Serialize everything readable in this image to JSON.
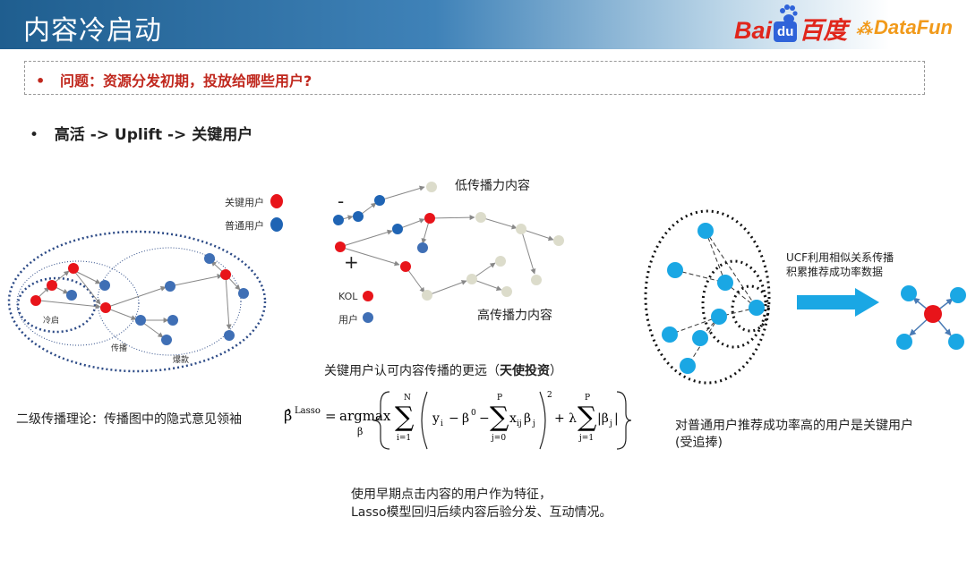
{
  "header": {
    "title": "内容冷启动",
    "logo_baidu_left": "Bai",
    "logo_baidu_du": "du",
    "logo_baidu_right": "百度",
    "logo_datafun": "DataFun"
  },
  "question": {
    "bullet": "•",
    "text": "问题：资源分发初期，投放给哪些用户?"
  },
  "point": {
    "bullet": "•",
    "text": "高活  -> Uplift  -> 关键用户"
  },
  "left_diagram": {
    "legend_key_user": "关键用户",
    "legend_normal_user": "普通用户",
    "zone_cold": "冷启",
    "zone_spread": "传播",
    "zone_viral": "爆款"
  },
  "mid_diagram": {
    "minus_sign": "-",
    "plus_sign": "+",
    "low_label": "低传播力内容",
    "high_label": "高传播力内容",
    "legend_kol": "KOL",
    "legend_user": "用户",
    "caption_prefix": "关键用户认可内容传播的更远（",
    "caption_bold": "天使投资",
    "caption_suffix": "）"
  },
  "theory": {
    "text": "二级传播理论：传播图中的隐式意见领袖"
  },
  "formula": {
    "lhs": "β̂",
    "lhs_sup": "Lasso",
    "eq": "=",
    "argmax": "argmax",
    "argmax_sub": "β",
    "sum1_top": "N",
    "sum1_bot": "i=1",
    "yi": "y",
    "yi_sub": "i",
    "minus1": "−",
    "beta0": "β",
    "beta0_sup": "0",
    "minus2": "−",
    "sum2_top": "P",
    "sum2_bot": "j=0",
    "x": "x",
    "x_sub": "ij",
    "beta_j": "β",
    "beta_j_sub": "j",
    "square": "2",
    "plus_lambda": "+ λ",
    "sum3_top": "P",
    "sum3_bot": "j=1",
    "abs_beta": "|β",
    "abs_beta_sub": "j",
    "abs_close": "|"
  },
  "features": {
    "line1": "使用早期点击内容的用户作为特征，",
    "line2": "Lasso模型回归后续内容后验分发、互动情况。"
  },
  "right_diagram": {
    "ucf_line1": "UCF利用相似关系传播",
    "ucf_line2": "积累推荐成功率数据",
    "caption_line1": "对普通用户推荐成功率高的用户是关键用户",
    "caption_line2": "(受追捧)"
  },
  "colors": {
    "red": "#e8141a",
    "blue": "#2f6fc4",
    "gray_node": "#dcdccb",
    "cyan": "#1aa7e4",
    "question_red": "#c0281e"
  },
  "icons": [
    "baidu-paw-icon",
    "right-arrow-icon"
  ]
}
